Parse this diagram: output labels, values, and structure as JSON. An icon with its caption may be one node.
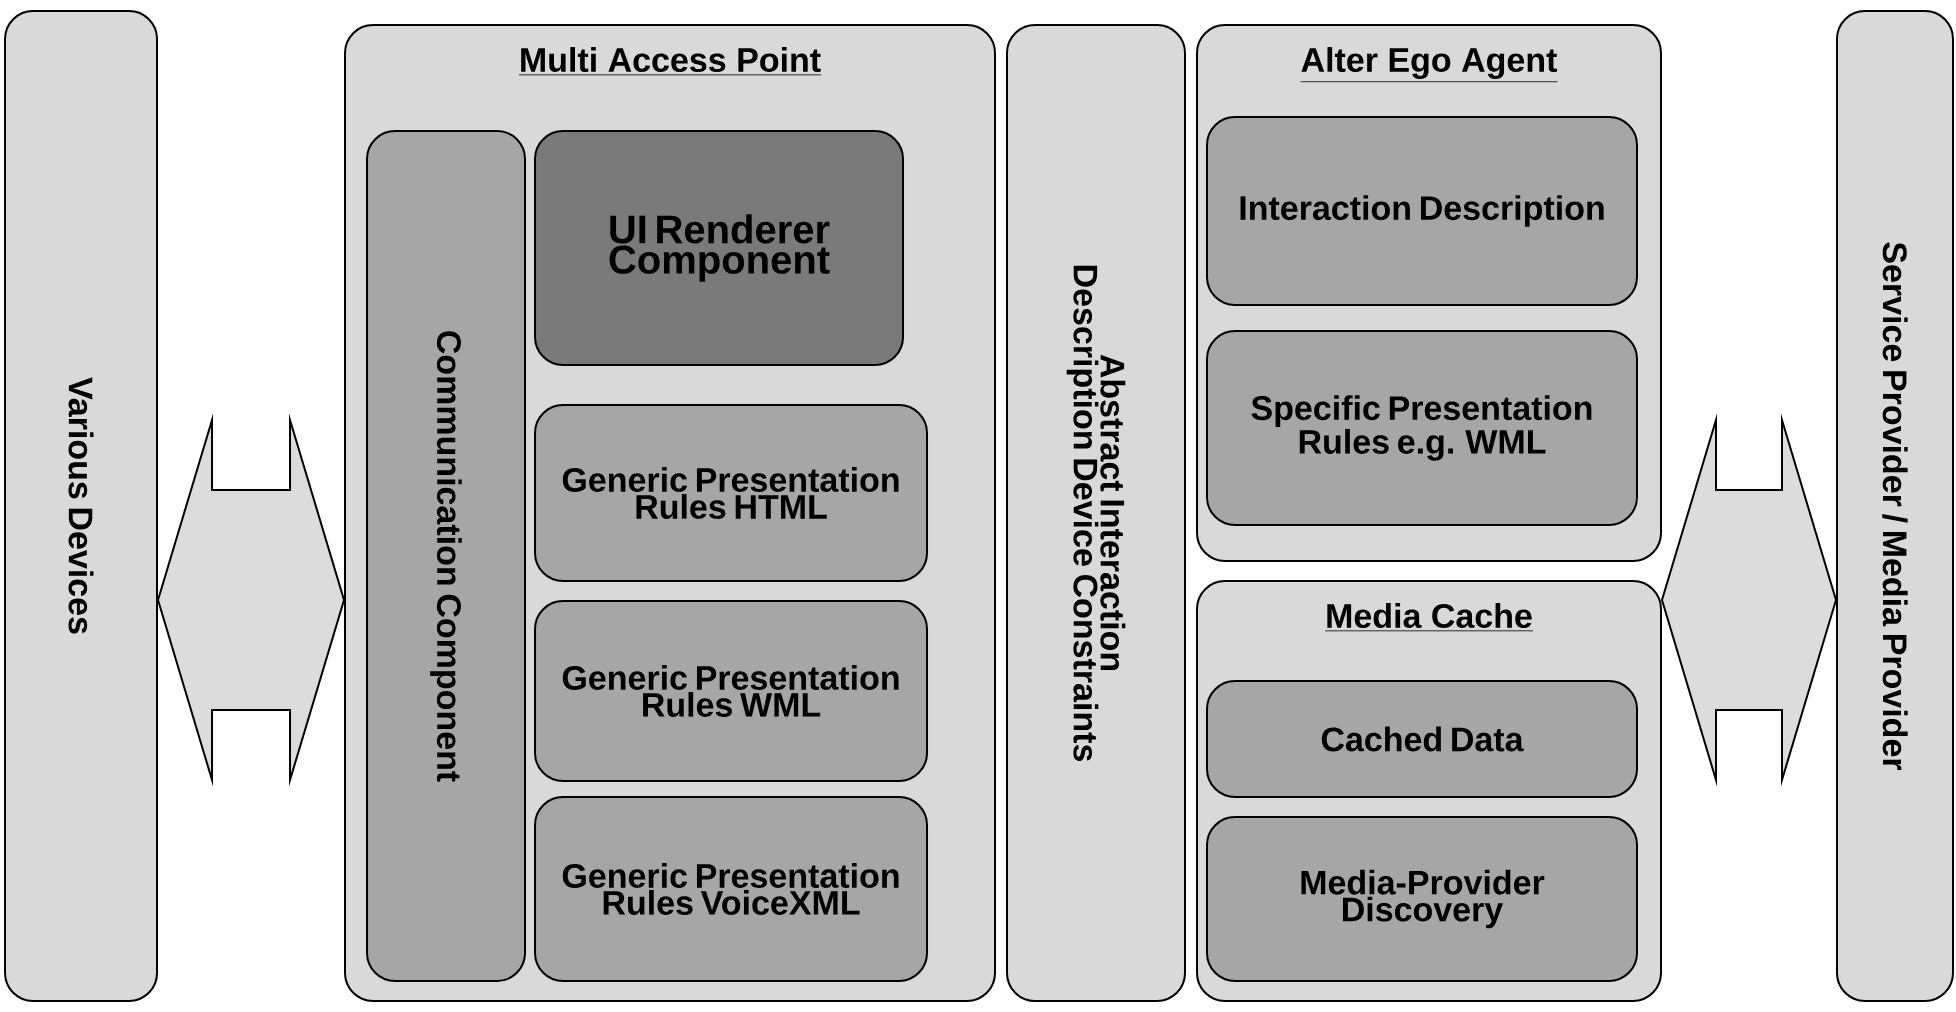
{
  "diagram": {
    "nodes": [
      {
        "text": [
          "Various Devices"
        ]
      },
      {
        "text": [
          "Multi Access Point"
        ]
      },
      {
        "text": [
          "Communication Component"
        ],
        "in": 1
      },
      {
        "text": [
          "UI Renderer Component"
        ],
        "in": 1
      },
      {
        "text": [
          "Generic Presentation Rules HTML"
        ],
        "in": 1
      },
      {
        "text": [
          "Generic Presentation Rules WML"
        ],
        "in": 1
      },
      {
        "text": [
          "Generic Presentation Rules VoiceXML"
        ],
        "in": 1
      },
      {
        "text": [
          "Abstract Interaction Description Device Constraints"
        ]
      },
      {
        "text": [
          "Alter Ego Agent"
        ]
      },
      {
        "text": [
          "Interaction Description"
        ],
        "in": 8
      },
      {
        "text": [
          "Specific Presentation Rules e.g. WML"
        ],
        "in": 8
      },
      {
        "text": [
          "Media Cache"
        ]
      },
      {
        "text": [
          "Cached Data"
        ],
        "in": 11
      },
      {
        "text": [
          "Media-Provider Discovery"
        ],
        "in": 11
      },
      {
        "text": [
          "Service Provider / Media Provider"
        ]
      }
    ],
    "edges": [
      {
        "from": 0,
        "to": 1,
        "arrow": "both"
      },
      {
        "from": 8,
        "to": 14,
        "arrow": "both"
      },
      {
        "from": 11,
        "to": 14,
        "arrow": "both"
      }
    ]
  }
}
